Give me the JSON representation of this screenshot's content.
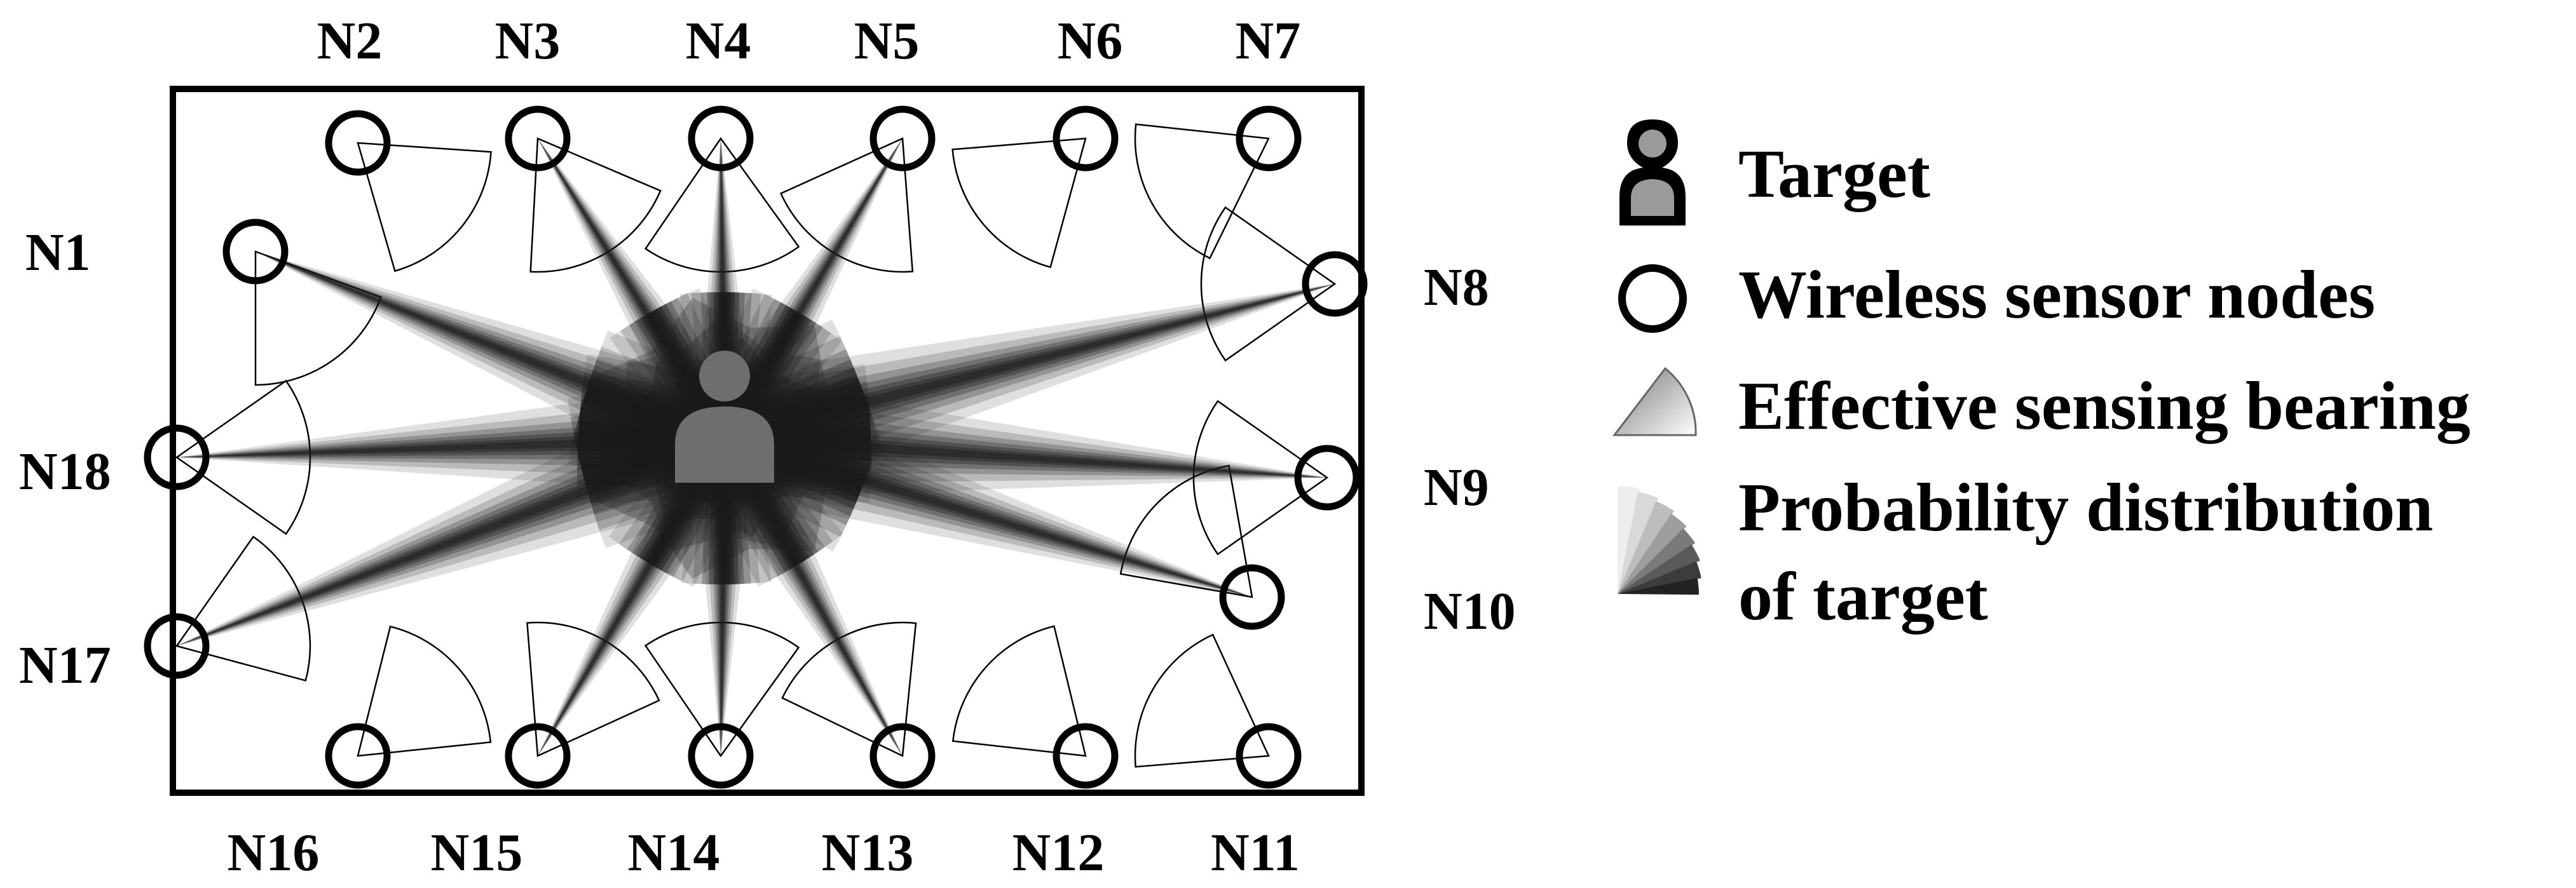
{
  "nodes": [
    {
      "id": "N1",
      "label": "N1"
    },
    {
      "id": "N2",
      "label": "N2"
    },
    {
      "id": "N3",
      "label": "N3"
    },
    {
      "id": "N4",
      "label": "N4"
    },
    {
      "id": "N5",
      "label": "N5"
    },
    {
      "id": "N6",
      "label": "N6"
    },
    {
      "id": "N7",
      "label": "N7"
    },
    {
      "id": "N8",
      "label": "N8"
    },
    {
      "id": "N9",
      "label": "N9"
    },
    {
      "id": "N10",
      "label": "N10"
    },
    {
      "id": "N11",
      "label": "N11"
    },
    {
      "id": "N12",
      "label": "N12"
    },
    {
      "id": "N13",
      "label": "N13"
    },
    {
      "id": "N14",
      "label": "N14"
    },
    {
      "id": "N15",
      "label": "N15"
    },
    {
      "id": "N16",
      "label": "N16"
    },
    {
      "id": "N17",
      "label": "N17"
    },
    {
      "id": "N18",
      "label": "N18"
    }
  ],
  "nodes_with_beams": [
    "N1",
    "N3",
    "N4",
    "N5",
    "N8",
    "N9",
    "N10",
    "N13",
    "N14",
    "N15",
    "N17",
    "N18"
  ],
  "legend": {
    "target": "Target",
    "sensor_nodes": "Wireless sensor nodes",
    "sensing_bearing": "Effective sensing bearing",
    "probability_line1": "Probability distribution",
    "probability_line2": "of target"
  },
  "colors": {
    "outline": "#000000",
    "beam": "#1a1a1a",
    "target": "#6e6e6e",
    "background": "#ffffff"
  }
}
